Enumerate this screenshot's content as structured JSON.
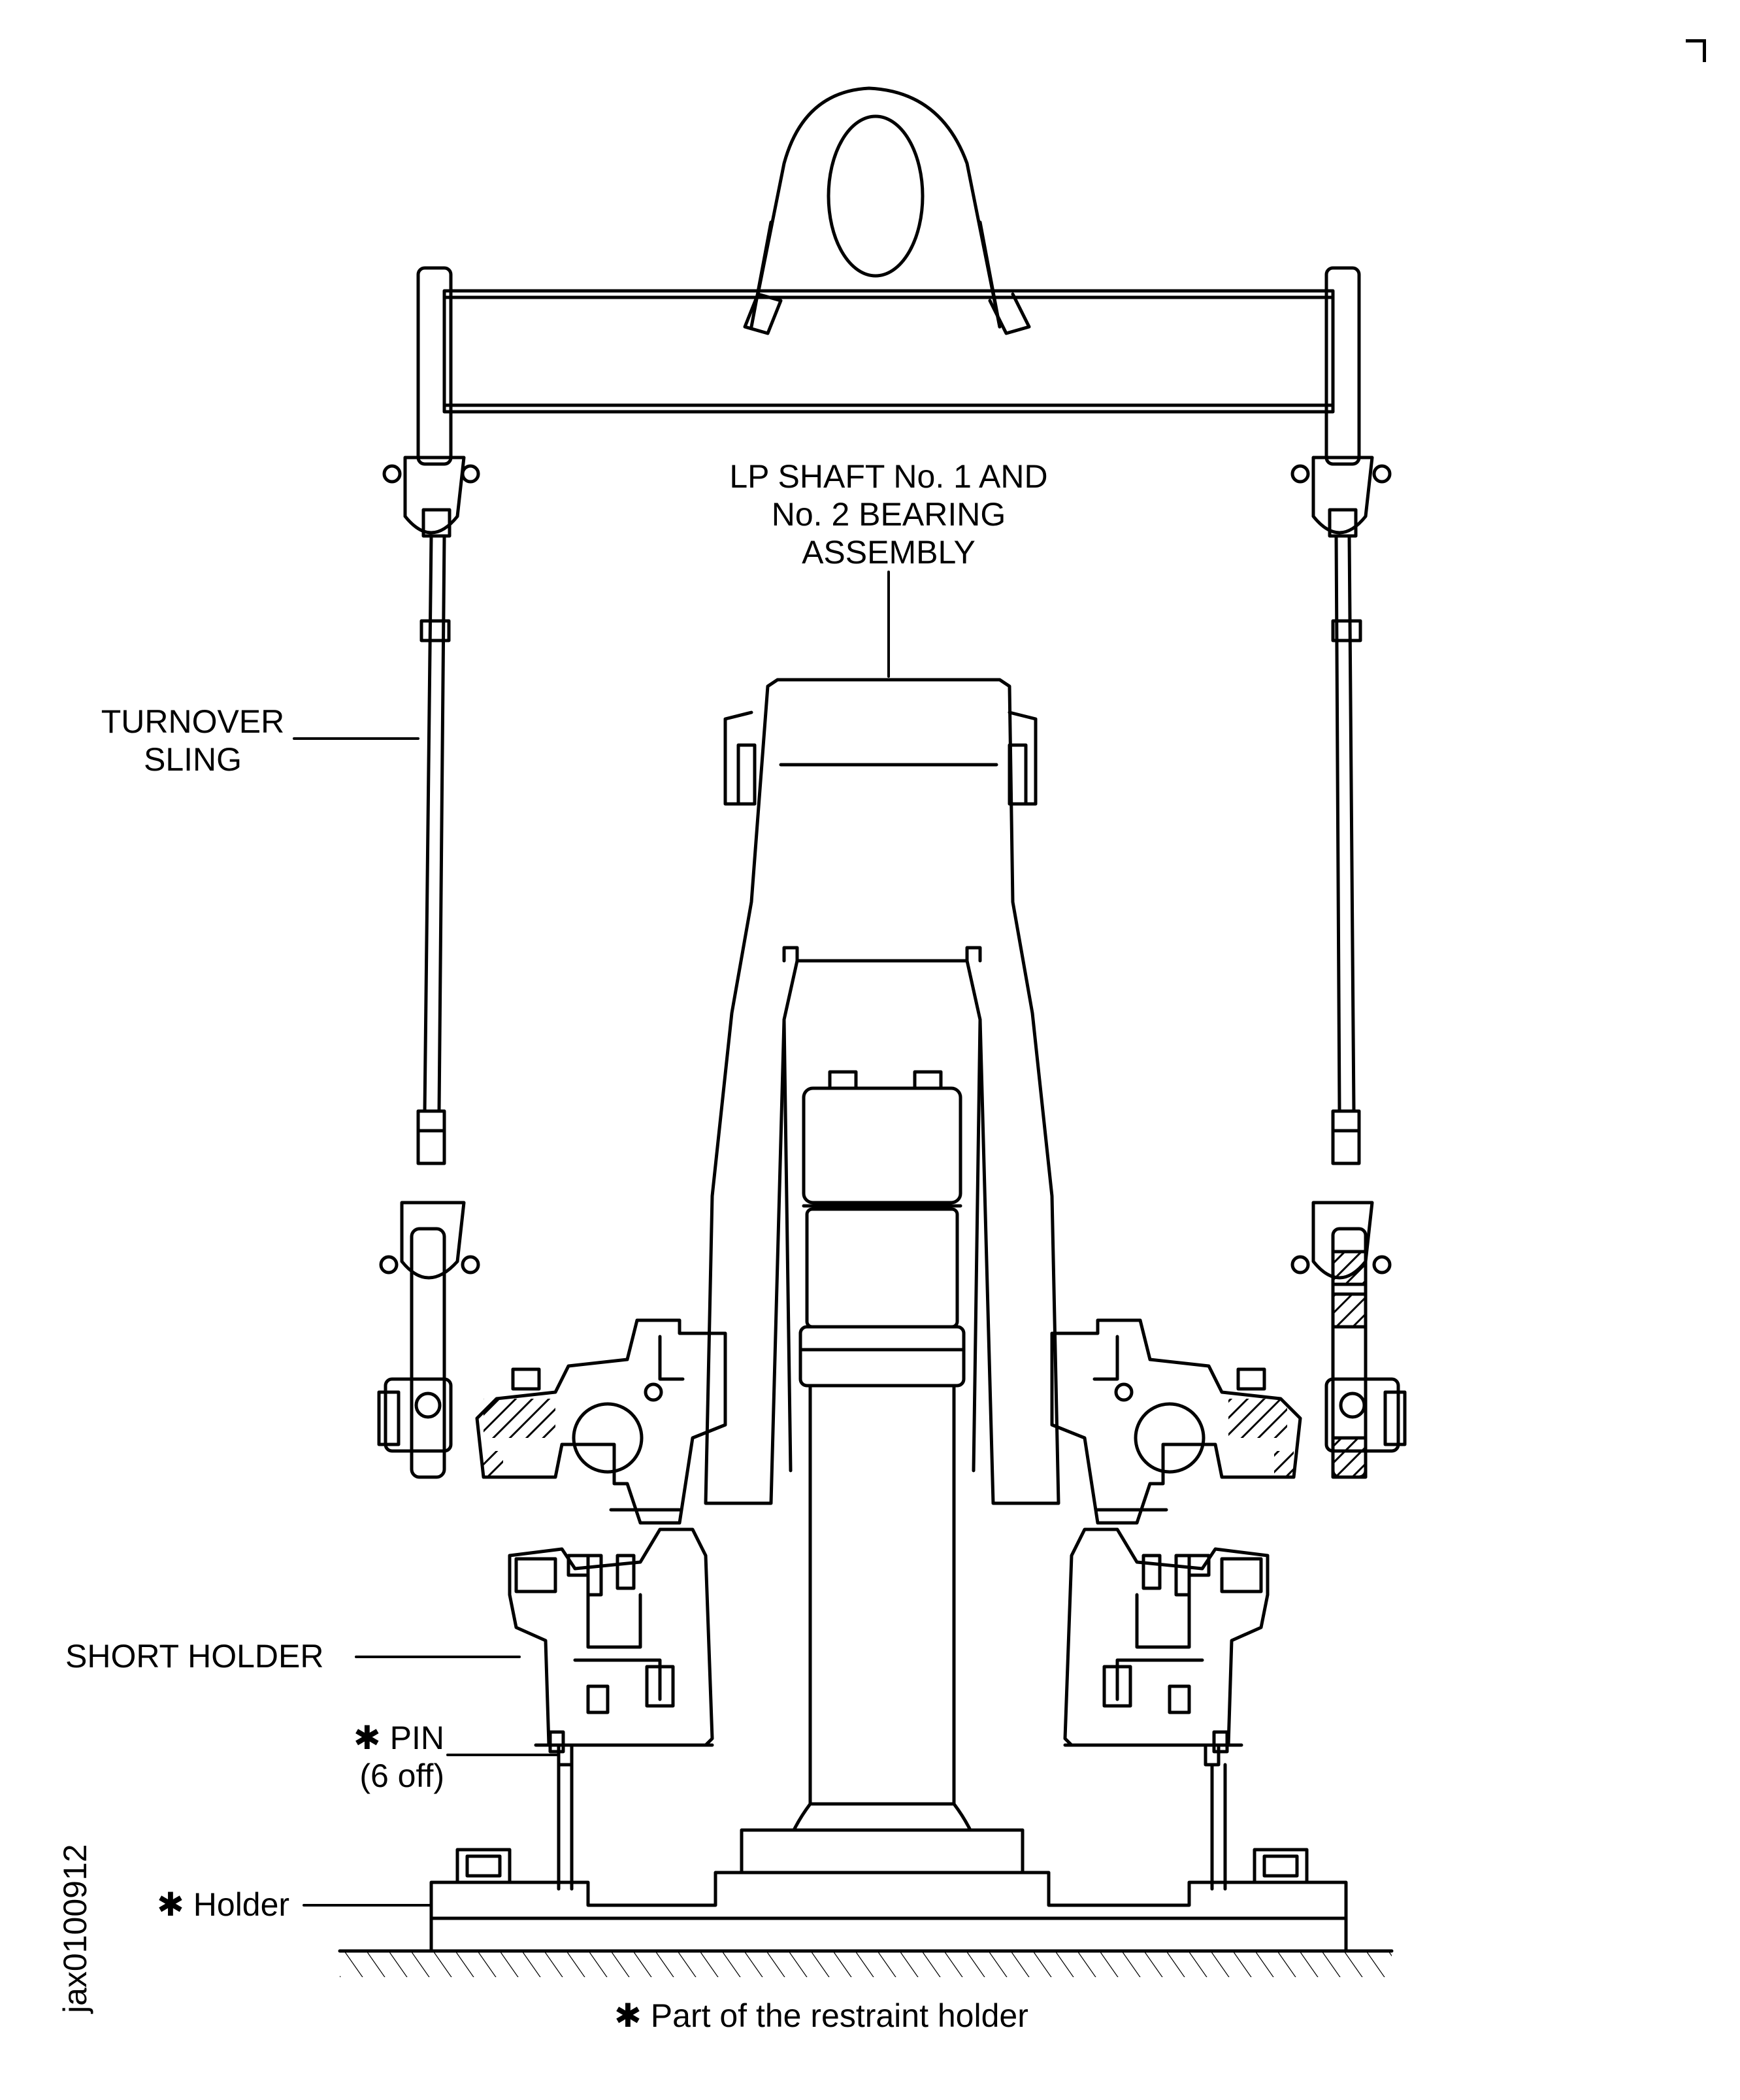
{
  "labels": {
    "assembly": [
      "LP SHAFT No. 1 AND",
      "No. 2 BEARING",
      "ASSEMBLY"
    ],
    "sling": [
      "TURNOVER",
      "SLING"
    ],
    "short_holder": "SHORT HOLDER",
    "pin": [
      "✱ PIN",
      "(6 off)"
    ],
    "holder": "✱ Holder",
    "footnote": "✱ Part of the restraint holder",
    "figure_id": "jax0100912"
  },
  "colors": {
    "line": "#000000",
    "background": "#ffffff"
  }
}
